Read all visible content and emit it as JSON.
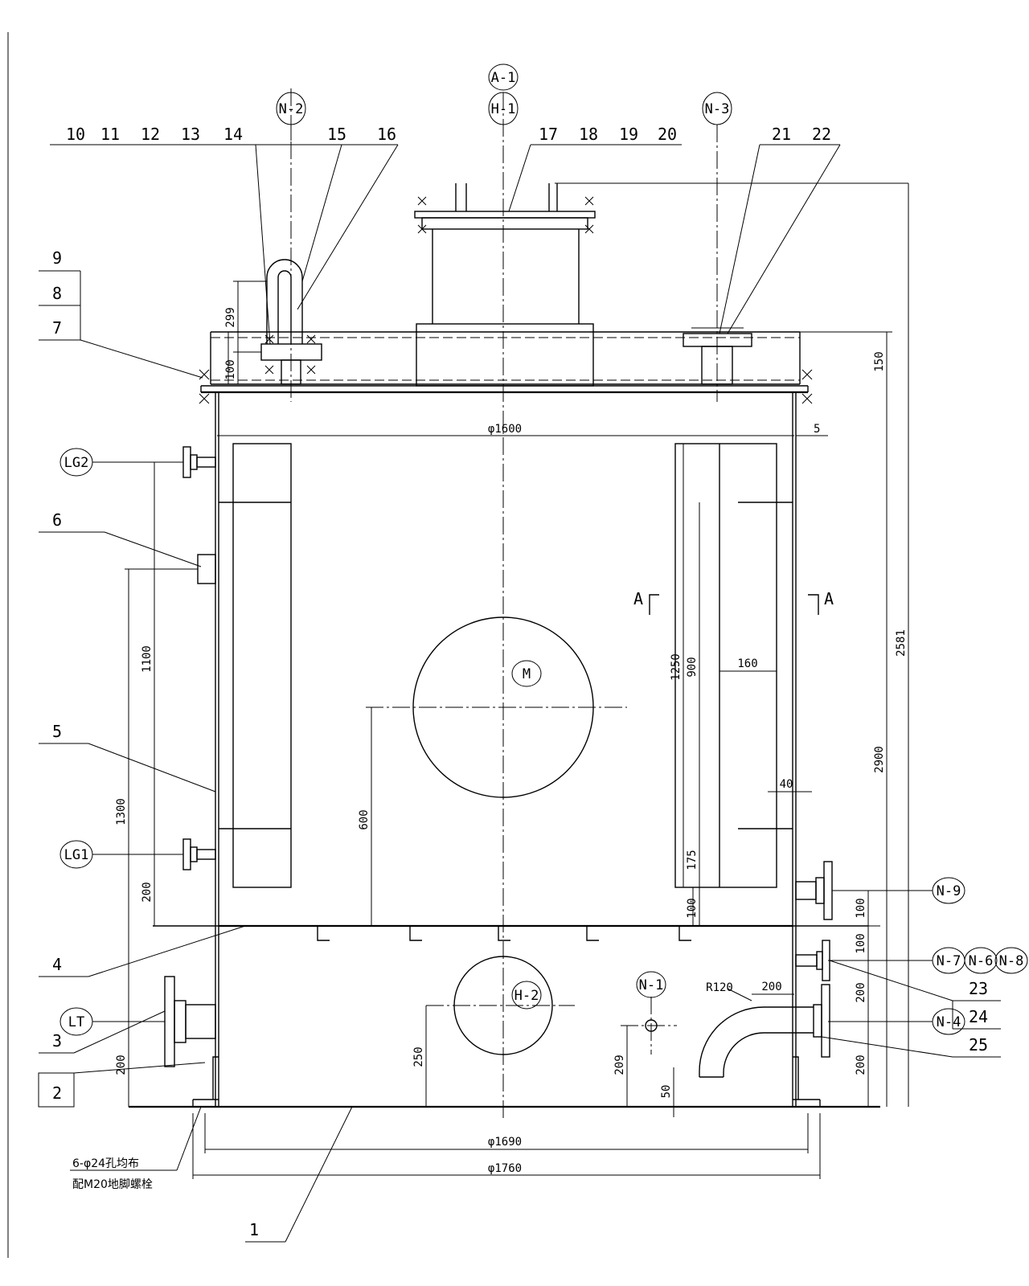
{
  "part_numbers": {
    "n1": "1",
    "n2": "2",
    "n3": "3",
    "n4": "4",
    "n5": "5",
    "n6": "6",
    "n7": "7",
    "n8": "8",
    "n9": "9",
    "n10": "10",
    "n11": "11",
    "n12": "12",
    "n13": "13",
    "n14": "14",
    "n15": "15",
    "n16": "16",
    "n17": "17",
    "n18": "18",
    "n19": "19",
    "n20": "20",
    "n21": "21",
    "n22": "22",
    "n23": "23",
    "n24": "24",
    "n25": "25"
  },
  "nozzles": {
    "a1": "A-1",
    "h1": "H-1",
    "n2": "N-2",
    "n3": "N-3",
    "lg2": "LG2",
    "lg1": "LG1",
    "lt": "LT",
    "m": "M",
    "h2": "H-2",
    "n1": "N-1",
    "n9": "N-9",
    "n7": "N-7",
    "n6": "N-6",
    "n8": "N-8",
    "n4": "N-4"
  },
  "dimensions": {
    "d1600": "φ1600",
    "d1690": "φ1690",
    "d1760": "φ1760",
    "v2581": "2581",
    "v2900": "2900",
    "v150": "150",
    "v5": "5",
    "v299": "299",
    "v100a": "100",
    "v1100": "1100",
    "v1300": "1300",
    "v200a": "200",
    "v200b": "200",
    "v600": "600",
    "v1250": "1250",
    "v900": "900",
    "v160": "160",
    "v40": "40",
    "v175": "175",
    "v100b": "100",
    "v100c": "100",
    "v100d": "100",
    "v200c": "200",
    "v200d": "200",
    "v200e": "200",
    "v250": "250",
    "v209": "209",
    "v50": "50",
    "r120": "R120"
  },
  "section_marks": {
    "left": "A",
    "right": "A"
  },
  "notes": {
    "line1": "6-φ24孔均布",
    "line2": "配M20地脚螺栓"
  }
}
